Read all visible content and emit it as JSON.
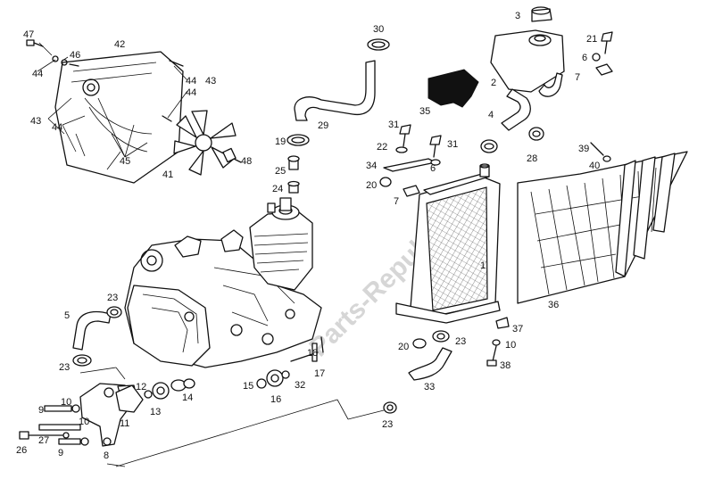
{
  "watermark": "Parts-Republik",
  "callouts": {
    "c1": "1",
    "c2": "2",
    "c3": "3",
    "c4": "4",
    "c5": "5",
    "c6": "6",
    "c6b": "6",
    "c7": "7",
    "c7b": "7",
    "c8": "8",
    "c9": "9",
    "c9b": "9",
    "c10": "10",
    "c10b": "10",
    "c11": "11",
    "c12": "12",
    "c13": "13",
    "c14": "14",
    "c15": "15",
    "c16": "16",
    "c17": "17",
    "c18": "18",
    "c19": "19",
    "c20": "20",
    "c20b": "20",
    "c20c": "20",
    "c21": "21",
    "c22": "22",
    "c23a": "23",
    "c23b": "23",
    "c23c": "23",
    "c23d": "23",
    "c24": "24",
    "c25": "25",
    "c26": "26",
    "c27": "27",
    "c28": "28",
    "c29": "29",
    "c30": "30",
    "c31": "31",
    "c31b": "31",
    "c32": "32",
    "c33": "33",
    "c34": "34",
    "c35": "35",
    "c36": "36",
    "c37": "37",
    "c38": "38",
    "c39": "39",
    "c40": "40",
    "c41": "41",
    "c42": "42",
    "c43a": "43",
    "c43b": "43",
    "c44a": "44",
    "c44b": "44",
    "c44c": "44",
    "c45": "45",
    "c46": "46",
    "c47": "47",
    "c48": "48"
  }
}
